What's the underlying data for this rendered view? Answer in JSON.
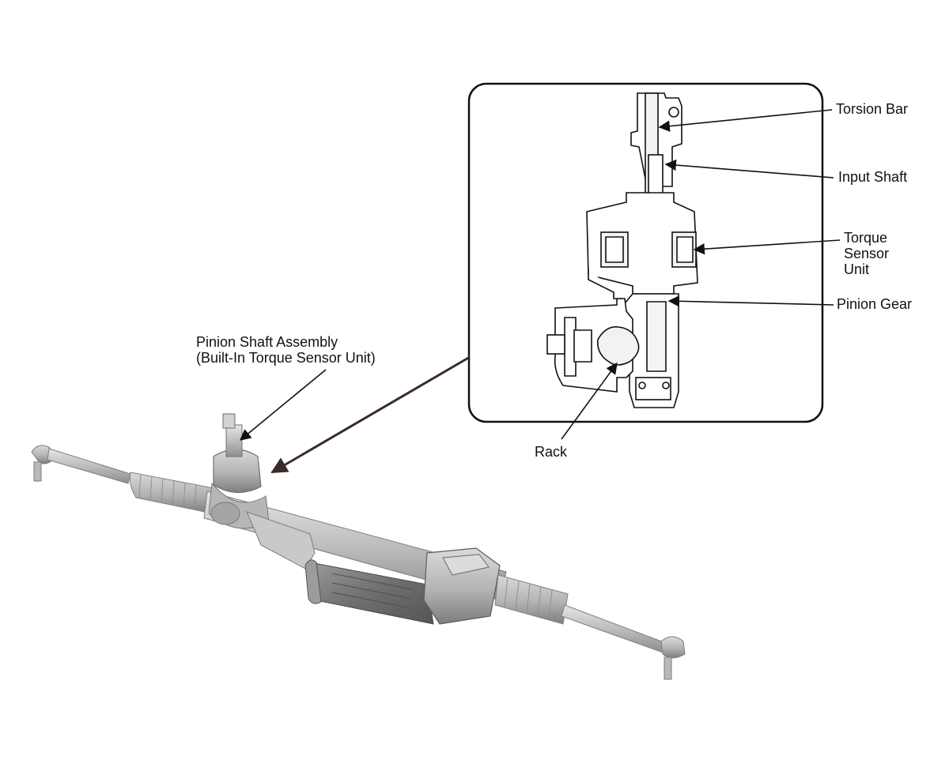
{
  "labels": {
    "pinion_shaft_assembly": {
      "line1": "Pinion Shaft Assembly",
      "line2": "(Built-In Torque Sensor Unit)"
    },
    "torsion_bar": "Torsion Bar",
    "input_shaft": "Input Shaft",
    "torque_sensor_unit": {
      "line1": "Torque",
      "line2": "Sensor",
      "line3": "Unit"
    },
    "pinion_gear": "Pinion Gear",
    "rack": "Rack"
  },
  "colors": {
    "line": "#111111",
    "callout_arrow": "#3a2a2a",
    "part_fill": "#c4c4c4",
    "part_dark": "#8a8a8a",
    "part_light": "#e2e2e2",
    "section_fill": "#f4f4f4"
  }
}
